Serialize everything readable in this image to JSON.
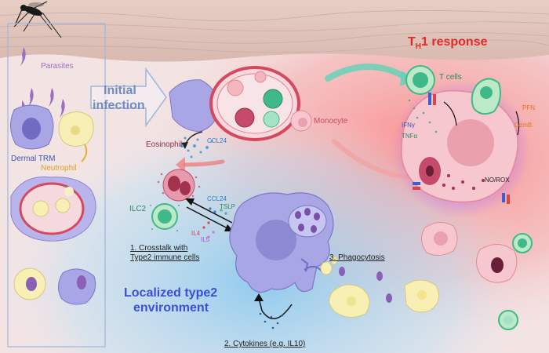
{
  "labels": {
    "parasites": "Parasites",
    "dermal_trm": "Dermal TRM",
    "neutrophil": "Neutrophil",
    "initial_1": "Initial",
    "initial_2": "infection",
    "th1_main": "T",
    "th1_sub": "H",
    "th1_rest": "1 response",
    "t_cells": "T cells",
    "pfn": "PFN",
    "gzmb": "GzmB",
    "ifng": "IFNγ",
    "tnfa": "TNFα",
    "no_rox": "NO/ROX",
    "monocyte": "Monocyte",
    "eosinophil": "Eosinophil",
    "ccl24_top": "CCL24",
    "ilc2": "ILC2",
    "ccl24_mid": "CCL24",
    "tslp": "TSLP",
    "il4": "IL4",
    "il5": "IL5",
    "crosstalk_1": "1. Crosstalk with",
    "crosstalk_2": "Type2 immune cells",
    "phagocytosis": "3. Phagocytosis",
    "localized_1": "Localized type2",
    "localized_2": "environment",
    "cytokines": "2. Cytokines (e.g. IL10)"
  },
  "colors": {
    "parasite": "#9b6fc1",
    "macrophage": "#a9a6e6",
    "neutrophil": "#f7efb3",
    "th1_red": "#e02a2a",
    "type2_blue": "#3c4fd6",
    "tcell_green": "#3fb98a",
    "eosinophil": "#c44b6a",
    "skin": "#e9d5cc"
  }
}
